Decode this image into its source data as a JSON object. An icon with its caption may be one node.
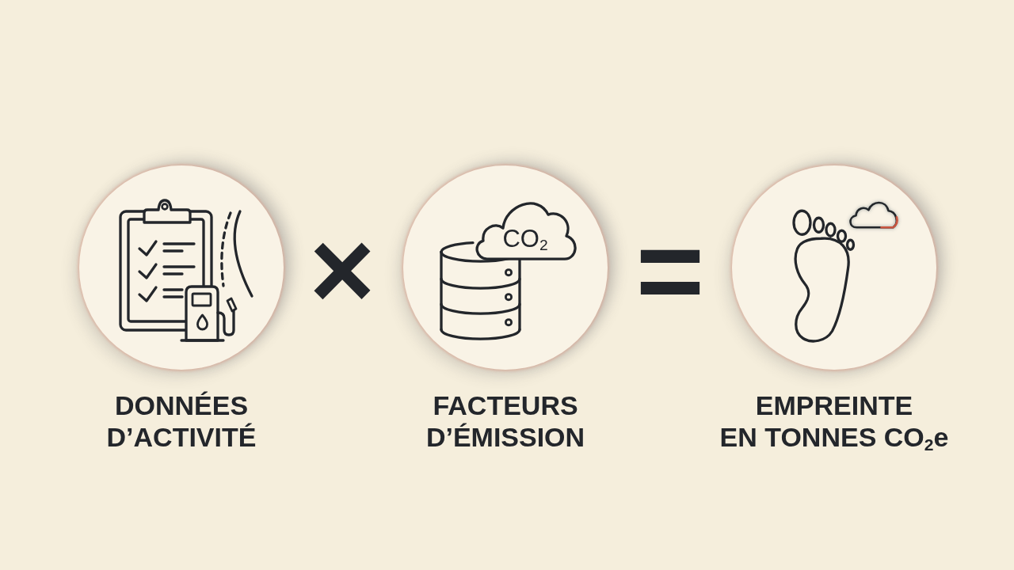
{
  "diagram": {
    "nodes": [
      {
        "text": [
          "DONNÉES D’ACTIVITÉ"
        ]
      },
      {
        "text": [
          "FACTEURS D’ÉMISSION"
        ]
      },
      {
        "text": [
          "EMPREINTE EN TONNES CO$_{2}$e"
        ]
      }
    ],
    "labels": [
      "×",
      "CO$_{2}$",
      "="
    ]
  }
}
